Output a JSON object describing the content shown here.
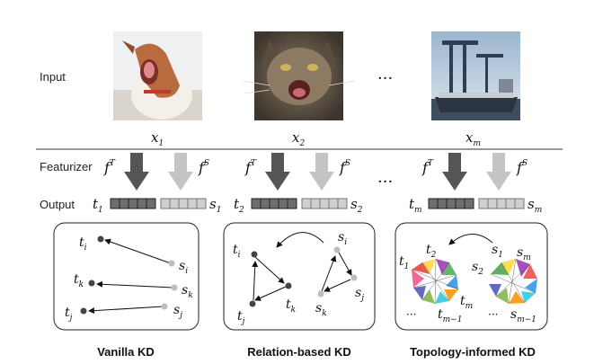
{
  "row_labels": {
    "input": "Input",
    "featurizer": "Featurizer",
    "output": "Output"
  },
  "images": [
    {
      "label_main": "x",
      "label_sub": "1",
      "icon": "dog-photo"
    },
    {
      "label_main": "x",
      "label_sub": "2",
      "icon": "cat-photo"
    },
    {
      "label_main": "x",
      "label_sub": "m",
      "icon": "ship-photo"
    }
  ],
  "ellipsis": "···",
  "featurizers": {
    "teacher": {
      "main": "f",
      "sup": "T"
    },
    "student": {
      "main": "f",
      "sup": "S"
    }
  },
  "outputs": [
    {
      "t_main": "t",
      "t_sub": "1",
      "s_main": "s",
      "s_sub": "1"
    },
    {
      "t_main": "t",
      "t_sub": "2",
      "s_main": "s",
      "s_sub": "2"
    },
    {
      "t_main": "t",
      "t_sub": "m",
      "s_main": "s",
      "s_sub": "m"
    }
  ],
  "panels": {
    "vanilla": {
      "caption": "Vanilla KD",
      "nodes": [
        {
          "main": "t",
          "sub": "i"
        },
        {
          "main": "s",
          "sub": "i"
        },
        {
          "main": "t",
          "sub": "k"
        },
        {
          "main": "s",
          "sub": "k"
        },
        {
          "main": "t",
          "sub": "j"
        },
        {
          "main": "s",
          "sub": "j"
        }
      ]
    },
    "relation": {
      "caption": "Relation-based KD",
      "nodes": [
        {
          "main": "t",
          "sub": "i"
        },
        {
          "main": "t",
          "sub": "k"
        },
        {
          "main": "t",
          "sub": "j"
        },
        {
          "main": "s",
          "sub": "i"
        },
        {
          "main": "s",
          "sub": "j"
        },
        {
          "main": "s",
          "sub": "k"
        }
      ]
    },
    "topology": {
      "caption": "Topology-informed KD",
      "labels": [
        {
          "main": "t",
          "sub": "1"
        },
        {
          "main": "t",
          "sub": "2"
        },
        {
          "main": "t",
          "sub": "m"
        },
        {
          "main": "t",
          "sub": "m−1"
        },
        {
          "main": "s",
          "sub": "1"
        },
        {
          "main": "s",
          "sub": "2"
        },
        {
          "main": "s",
          "sub": "m"
        },
        {
          "main": "s",
          "sub": "m−1"
        }
      ],
      "ellipsis": "···"
    }
  },
  "colors": {
    "teacher_arrow": "#555555",
    "student_arrow": "#c4c4c4",
    "teacher_node": "#444444",
    "student_node": "#bdbdbd"
  }
}
